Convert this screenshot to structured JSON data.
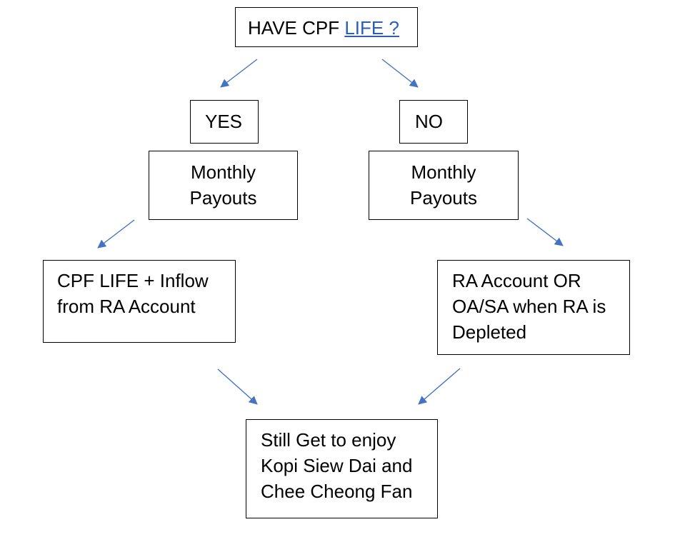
{
  "flowchart": {
    "question": {
      "prefix": "HAVE CPF ",
      "underlined": "LIFE ?"
    },
    "yes_label": "YES",
    "no_label": "NO",
    "left_payout": [
      "Monthly",
      "Payouts"
    ],
    "right_payout": [
      "Monthly",
      "Payouts"
    ],
    "left_source": [
      "CPF LIFE + Inflow",
      "from RA Account"
    ],
    "right_source": [
      "RA Account OR",
      "OA/SA when RA is",
      "Depleted"
    ],
    "outcome": [
      "Still Get to enjoy",
      "Kopi Siew Dai and",
      "Chee Cheong Fan"
    ]
  },
  "colors": {
    "arrow": "#4472c4",
    "link_underline": "#2b5fb4",
    "box_border": "#000000"
  }
}
